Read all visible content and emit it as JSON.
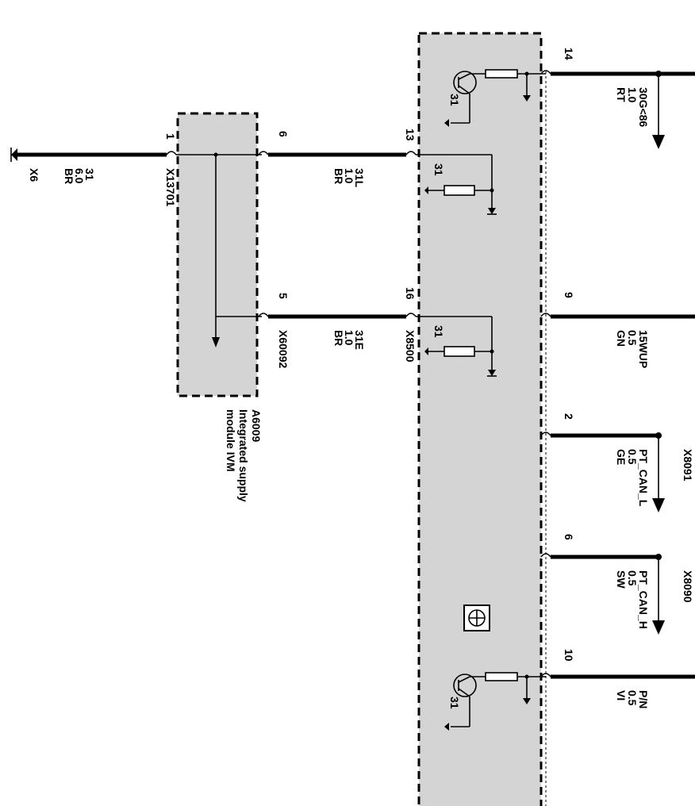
{
  "wires": {
    "x6": {
      "connector": "X6",
      "terminal": "31",
      "cross_section": "6.0",
      "color": "BR"
    },
    "x13701": {
      "connector": "X13701",
      "pin": "1"
    },
    "w31l": {
      "pin_in": "6",
      "terminal": "31L",
      "cross_section": "1.0",
      "color": "BR",
      "pin_out": "13"
    },
    "w31e": {
      "pin_in": "5",
      "connector_in": "X60092",
      "terminal": "31E",
      "cross_section": "1.0",
      "color": "BR",
      "pin_out": "16",
      "connector_out": "X8500"
    },
    "p14": {
      "pin": "14",
      "terminal": "30G<86",
      "cross_section": "1.0",
      "color": "RT"
    },
    "p9": {
      "pin": "9",
      "terminal": "15WUP",
      "cross_section": "0.5",
      "color": "GN"
    },
    "p2": {
      "pin": "2",
      "terminal": "PT_CAN_L",
      "cross_section": "0.5",
      "color": "GE",
      "connector": "X8091"
    },
    "p6": {
      "pin": "6",
      "terminal": "PT_CAN_H",
      "cross_section": "0.5",
      "color": "SW",
      "connector": "X8090"
    },
    "p10": {
      "pin": "10",
      "terminal": "P/N",
      "cross_section": "0.5",
      "color": "VI"
    }
  },
  "module": {
    "id": "A6009",
    "line1": "Integrated supply",
    "line2": "module IVM"
  },
  "ground_labels": {
    "t1": "31",
    "t2": "31",
    "t3": "31",
    "t4": "31"
  },
  "icons": [
    "ground-arrow-icon",
    "transistor-icon",
    "resistor-icon",
    "bus-symbol-icon"
  ]
}
